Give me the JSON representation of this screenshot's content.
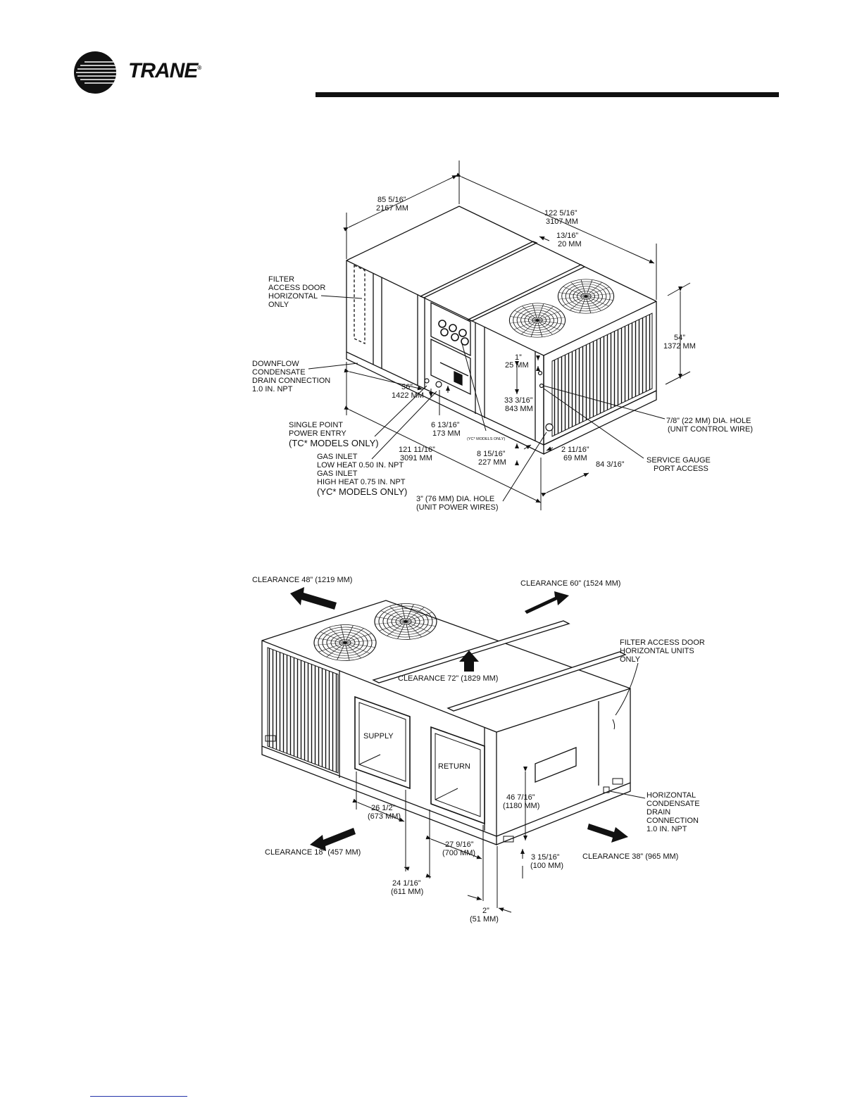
{
  "brand": {
    "name": "TRANE",
    "mark": "®"
  },
  "figure1": {
    "dims": {
      "d85": [
        "85 5/16”",
        "2167 MM"
      ],
      "d122": [
        "122 5/16”",
        "3107 MM"
      ],
      "d13": [
        "13/16”",
        "20 MM"
      ],
      "d54": [
        "54”",
        "1372 MM"
      ],
      "d1": [
        "1”",
        "25 MM"
      ],
      "d56": [
        "56”",
        "1422 MM"
      ],
      "d33": [
        "33 3/16”",
        "843 MM"
      ],
      "d6": [
        "6 13/16”",
        "173 MM"
      ],
      "d121": [
        "121 11/16”",
        "3091 MM"
      ],
      "d8": [
        "8 15/16”",
        "227 MM"
      ],
      "d2": [
        "2 11/16”",
        "69 MM"
      ],
      "d84": [
        "84 3/16”"
      ]
    },
    "labels": {
      "filter": [
        "FILTER",
        "ACCESS DOOR",
        "HORIZONTAL",
        "ONLY"
      ],
      "downflow": [
        "DOWNFLOW",
        "CONDENSATE",
        "DRAIN CONNECTION",
        "1.0 IN. NPT"
      ],
      "power": [
        "SINGLE POINT",
        "POWER ENTRY"
      ],
      "power_models": "(TC* MODELS ONLY)",
      "gas": [
        "GAS INLET",
        "LOW HEAT 0.50 IN. NPT",
        "GAS INLET",
        "HIGH HEAT 0.75 IN. NPT"
      ],
      "gas_models": "(YC* MODELS ONLY)",
      "hole3": [
        "3” (76 MM) DIA. HOLE",
        "(UNIT POWER WIRES)"
      ],
      "hole78": [
        "7/8” (22 MM) DIA. HOLE",
        "(UNIT CONTROL WIRE)"
      ],
      "gauge": [
        "SERVICE GAUGE",
        "PORT ACCESS"
      ],
      "yc_small": "(YC* MODELS ONLY)"
    }
  },
  "figure2": {
    "clearances": {
      "c48": "CLEARANCE 48” (1219 MM)",
      "c60": "CLEARANCE 60” (1524 MM)",
      "c72": "CLEARANCE 72” (1829 MM)",
      "c18": "CLEARANCE 18” (457 MM)",
      "c38": "CLEARANCE 38” (965 MM)"
    },
    "labels": {
      "supply": "SUPPLY",
      "return": "RETURN",
      "filter": [
        "FILTER ACCESS DOOR",
        "HORIZONTAL UNITS",
        "ONLY"
      ],
      "horiz": [
        "HORIZONTAL",
        "CONDENSATE",
        "DRAIN",
        "CONNECTION",
        "1.0 IN. NPT"
      ]
    },
    "dims": {
      "d46": [
        "46 7/16”",
        "(1180 MM)"
      ],
      "d26": [
        "26 1/2”",
        "(673 MM)"
      ],
      "d27": [
        "27 9/16”",
        "(700 MM)"
      ],
      "d3": [
        "3 15/16”",
        "(100 MM)"
      ],
      "d24": [
        "24 1/16”",
        "(611 MM)"
      ],
      "d2": [
        "2”",
        "(51 MM)"
      ]
    }
  }
}
